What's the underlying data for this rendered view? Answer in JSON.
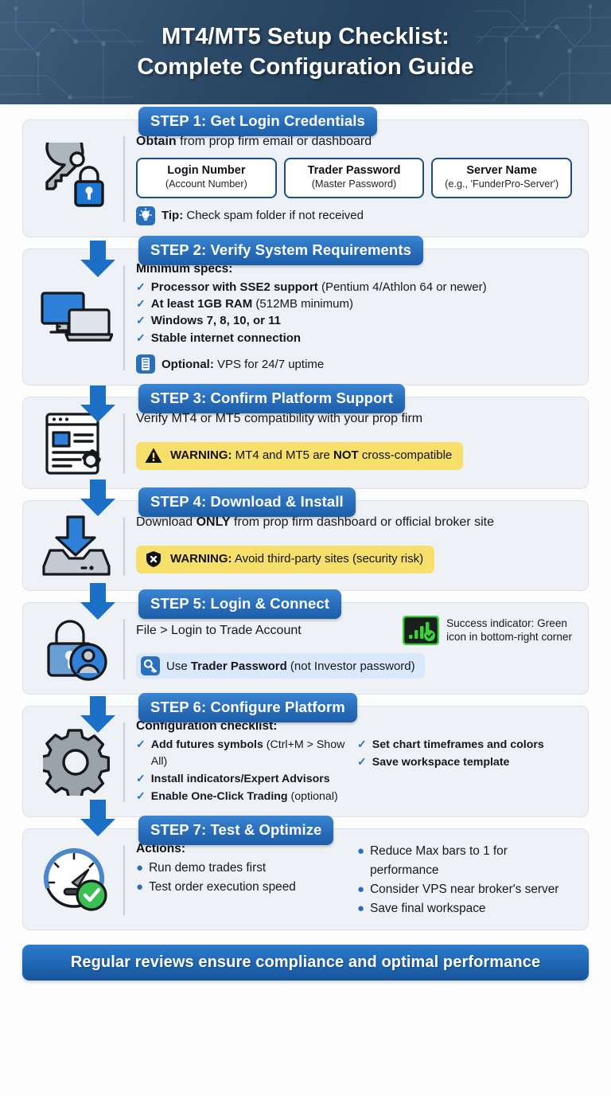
{
  "header": {
    "title_line1": "MT4/MT5 Setup Checklist:",
    "title_line2": "Complete Configuration Guide"
  },
  "steps": [
    {
      "badge": "STEP 1: Get Login Credentials",
      "icon": "key-lock-icon",
      "lead_bold": "Obtain",
      "lead_rest": " from prop firm email or dashboard",
      "chips": [
        {
          "title": "Login Number",
          "sub": "(Account Number)"
        },
        {
          "title": "Trader Password",
          "sub": "(Master Password)"
        },
        {
          "title": "Server Name",
          "sub": "(e.g., 'FunderPro-Server')"
        }
      ],
      "note_icon": "lightbulb-icon",
      "note_bold": "Tip:",
      "note_rest": " Check spam folder if not received"
    },
    {
      "badge": "STEP 2: Verify System Requirements",
      "icon": "desktop-laptop-icon",
      "spec_head": "Minimum specs:",
      "checks": [
        {
          "bold": "Processor with SSE2 support",
          "rest": " (Pentium 4/Athlon 64 or newer)"
        },
        {
          "bold": "At least 1GB RAM",
          "rest": " (512MB minimum)"
        },
        {
          "bold": "Windows 7, 8, 10, or 11",
          "rest": ""
        },
        {
          "bold": "Stable internet connection",
          "rest": ""
        }
      ],
      "note_icon": "server-icon",
      "note_bold": "Optional:",
      "note_rest": " VPS for 24/7 uptime"
    },
    {
      "badge": "STEP 3: Confirm Platform Support",
      "icon": "browser-gear-icon",
      "lead_bold": "",
      "lead_rest": "Verify MT4 or MT5 compatibility with your prop firm",
      "warning_icon": "warning-triangle-icon",
      "warning_bold": "WARNING:",
      "warning_mid": " MT4 and MT5 are ",
      "warning_bold2": "NOT",
      "warning_end": " cross-compatible"
    },
    {
      "badge": "STEP 4: Download & Install",
      "icon": "download-tray-icon",
      "lead_pre": "Download ",
      "lead_bold": "ONLY",
      "lead_rest": " from prop firm dashboard or official broker site",
      "warning_icon": "shield-x-icon",
      "warning_bold": "WARNING:",
      "warning_mid": " Avoid third-party sites (security risk)"
    },
    {
      "badge": "STEP 5: Login & Connect",
      "icon": "padlock-user-icon",
      "lead_rest": "File > Login to Trade Account",
      "success_icon": "signal-bars-check-icon",
      "success_line1": "Success indicator: Green",
      "success_line2": "icon in bottom-right corner",
      "note_icon": "key-icon",
      "note_pre": "Use ",
      "note_bold": "Trader Password",
      "note_rest": " (not Investor password)"
    },
    {
      "badge": "STEP 6: Configure Platform",
      "icon": "gear-icon",
      "spec_head": "Configuration checklist:",
      "checks_left": [
        {
          "bold": "Add futures symbols",
          "rest": " (Ctrl+M > Show All)"
        },
        {
          "bold": "Install indicators/Expert Advisors",
          "rest": ""
        },
        {
          "bold": "Enable One-Click Trading",
          "rest": " (optional)"
        }
      ],
      "checks_right": [
        {
          "bold": "Set chart timeframes and colors",
          "rest": ""
        },
        {
          "bold": "Save workspace template",
          "rest": ""
        }
      ]
    },
    {
      "badge": "STEP 7: Test & Optimize",
      "icon": "speedometer-check-icon",
      "spec_head": "Actions:",
      "bullets_left": [
        "Run demo trades first",
        "Test order execution speed"
      ],
      "bullets_right": [
        "Reduce Max bars to 1 for performance",
        "Consider VPS near broker's server",
        "Save final workspace"
      ]
    }
  ],
  "footer": {
    "text": "Regular reviews ensure compliance and optimal performance"
  },
  "colors": {
    "header_bg": "#2c4a68",
    "badge_blue": "#2a6fbd",
    "arrow_blue": "#1b6fc4",
    "card_bg": "#eef1f5",
    "warning_yellow": "#f7df6b",
    "success_green": "#3ad13a",
    "footer_blue": "#2068b4"
  }
}
